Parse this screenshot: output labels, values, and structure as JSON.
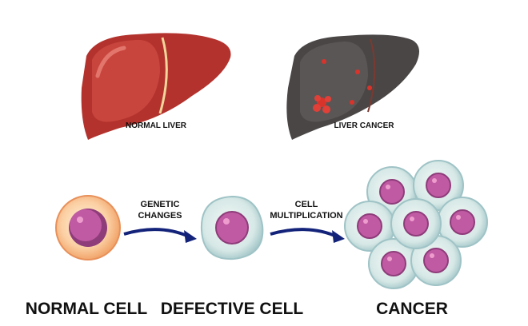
{
  "livers": {
    "normal_label": "NORMAL LIVER",
    "cancer_label": "LIVER CANCER"
  },
  "steps": {
    "arrow1_label_line1": "GENETIC",
    "arrow1_label_line2": "CHANGES",
    "arrow2_label_line1": "CELL",
    "arrow2_label_line2": "MULTIPLICATION",
    "normal_cell": "NORMAL CELL",
    "defective_cell": "DEFECTIVE CELL",
    "cancer": "CANCER"
  },
  "colors": {
    "liver_red": "#b3322d",
    "liver_dark": "#4a4646",
    "arrow": "#14237a",
    "nucleus": "#c05aa3",
    "normal_cell": "#f5b07a",
    "defective_cell": "#cfe3e4"
  }
}
